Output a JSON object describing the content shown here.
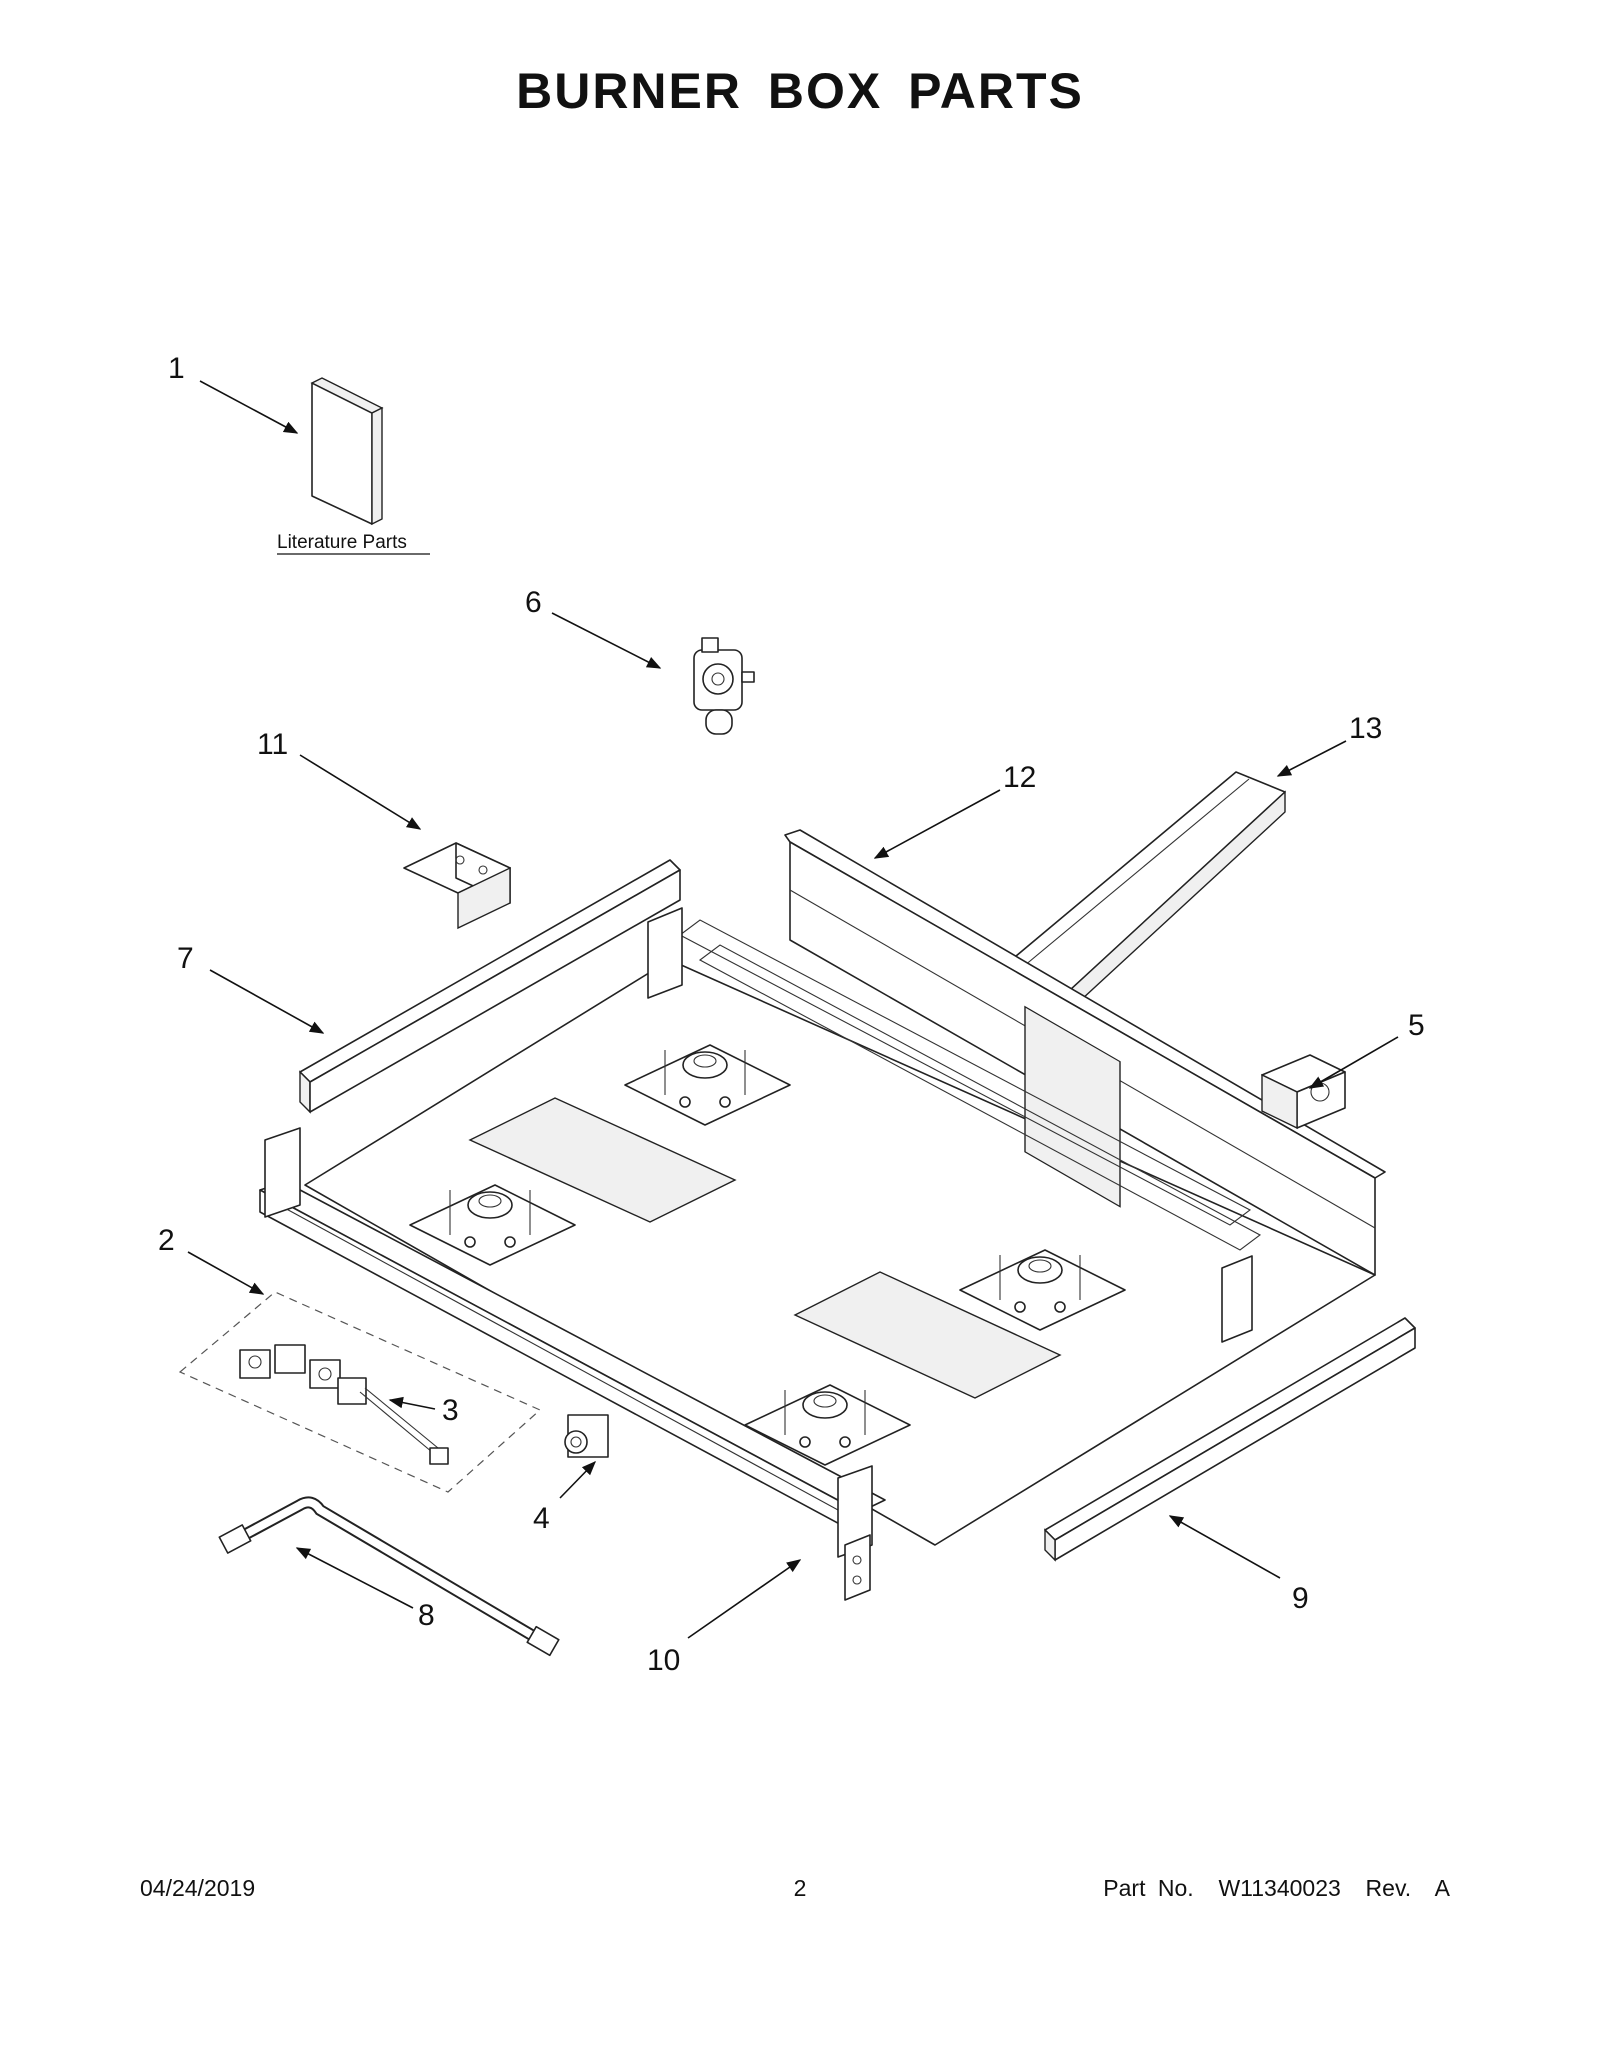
{
  "title": "BURNER BOX PARTS",
  "literature_label": "Literature Parts",
  "callouts": [
    "1",
    "2",
    "3",
    "4",
    "5",
    "6",
    "7",
    "8",
    "9",
    "10",
    "11",
    "12",
    "13"
  ],
  "footer": {
    "date": "04/24/2019",
    "page": "2",
    "part_number": "Part No.  W11340023  Rev.  A"
  }
}
